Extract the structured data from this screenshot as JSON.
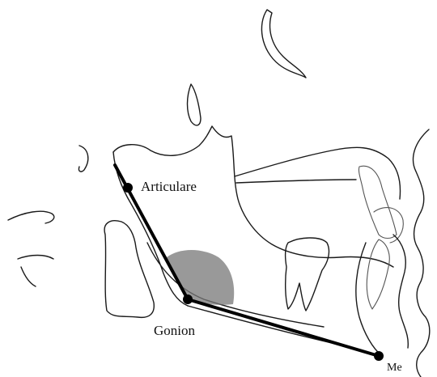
{
  "figure": {
    "labels": {
      "articulare": "Articulare",
      "gonion": "Gonion",
      "menton": "Me"
    },
    "colors": {
      "trace": "#1a1a1a",
      "measure_line": "#000000",
      "shaded_region": "#777777"
    }
  }
}
